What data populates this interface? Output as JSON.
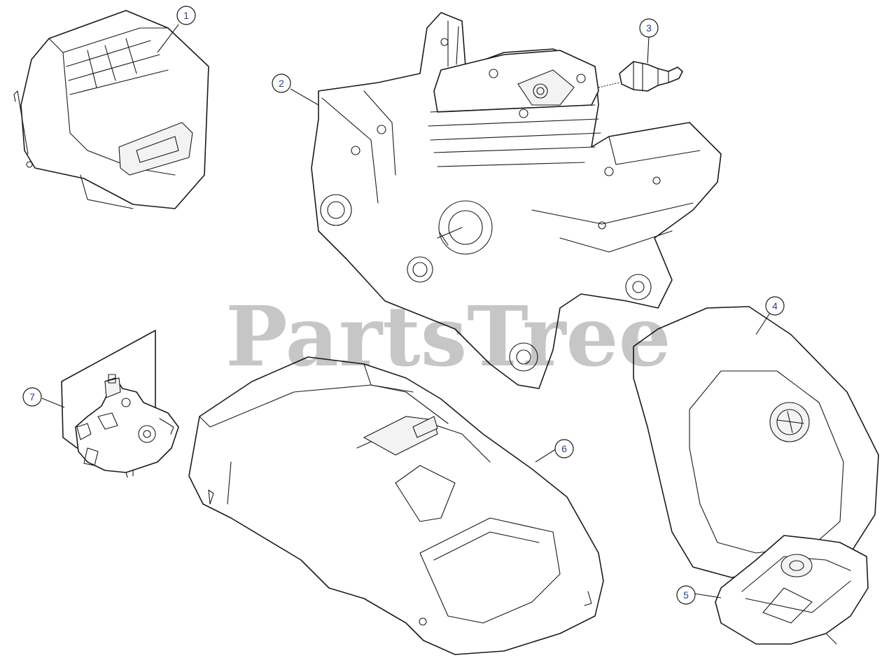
{
  "watermark": {
    "text": "PartsTree"
  },
  "colors": {
    "line": "#1a1a1a",
    "callout_text": "#2b3f8c",
    "background": "#ffffff"
  },
  "callouts": [
    {
      "id": "1",
      "label": "1"
    },
    {
      "id": "2",
      "label": "2"
    },
    {
      "id": "3",
      "label": "3"
    },
    {
      "id": "4",
      "label": "4"
    },
    {
      "id": "5",
      "label": "5"
    },
    {
      "id": "6",
      "label": "6"
    },
    {
      "id": "7",
      "label": "7"
    }
  ]
}
